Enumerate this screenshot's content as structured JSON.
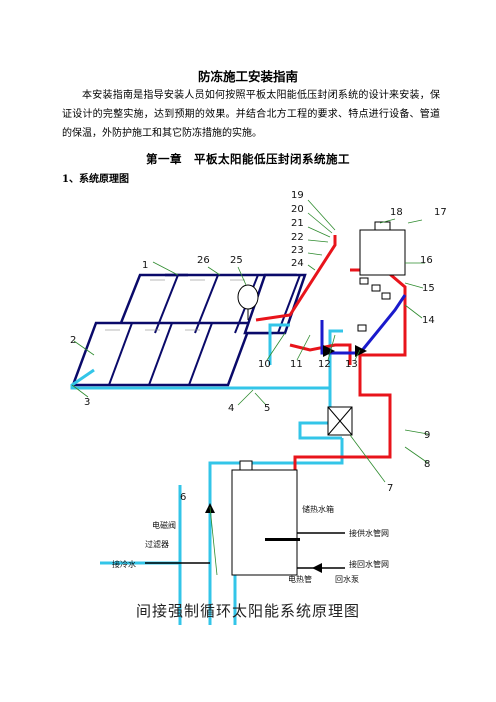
{
  "document": {
    "title": "防冻施工安装指南",
    "intro": "本安装指南是指导安装人员如何按照平板太阳能低压封闭系统的设计来安装，保证设计的完整实施，达到预期的效果。并结合北方工程的要求、特点进行设备、管道的保温，外防护施工和其它防冻措施的实施。",
    "chapter_heading": "第一章　平板太阳能低压封闭系统施工",
    "section_heading": "1、系统原理图"
  },
  "diagram": {
    "numbers": [
      "1",
      "2",
      "3",
      "4",
      "5",
      "6",
      "7",
      "8",
      "9",
      "10",
      "11",
      "12",
      "13",
      "14",
      "15",
      "16",
      "17",
      "18",
      "19",
      "20",
      "21",
      "22",
      "23",
      "24",
      "25",
      "26"
    ],
    "labels": {
      "storage_tank": "储热水箱",
      "solenoid_valve": "电磁阀",
      "filter": "过滤器",
      "cold_water": "接冷水",
      "hot_water_supply": "接供水管网",
      "return_network": "接回水管网",
      "electric_heater": "电热管",
      "return_pump": "回水泵"
    },
    "caption": "间接强制循环太阳能系统原理图",
    "colors": {
      "hot_pipe": "#e8141b",
      "cold_pipe": "#33c5e8",
      "frame": "#1a1acc",
      "leader": "#2e8b2e"
    }
  }
}
